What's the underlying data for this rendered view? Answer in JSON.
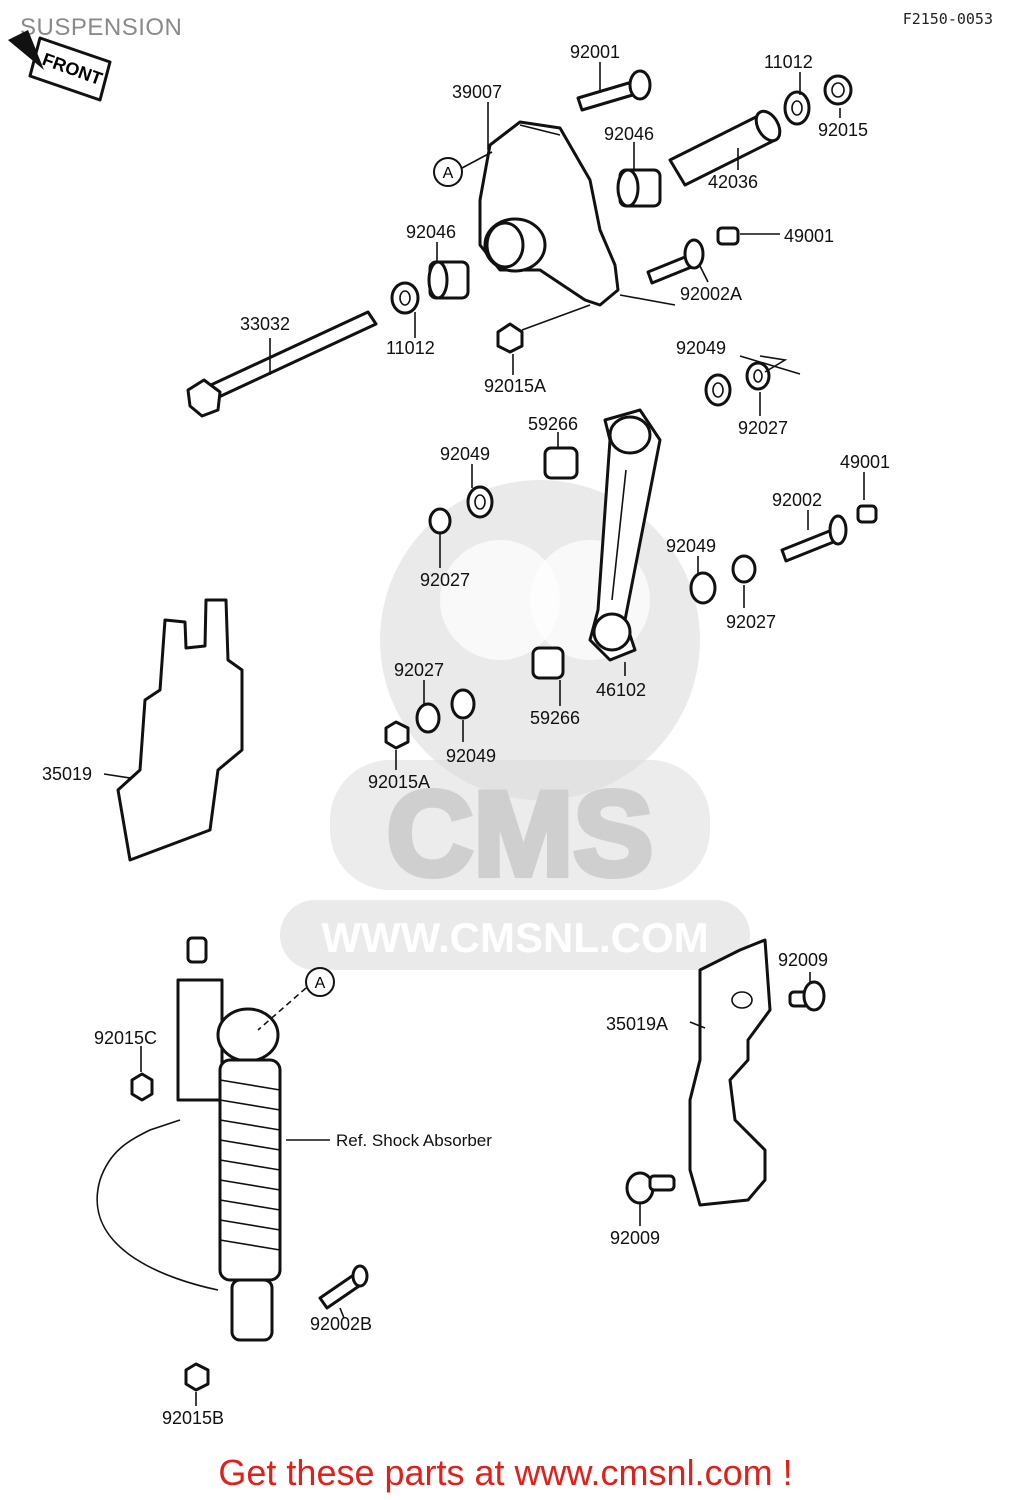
{
  "header": {
    "title": "SUSPENSION",
    "diagram_code": "F2150-0053",
    "front_label": "FRONT"
  },
  "watermark": {
    "brand": "CMS",
    "url": "WWW.CMSNL.COM"
  },
  "callout_marker": "A",
  "annotation": "Ref. Shock Absorber",
  "parts": [
    "92001",
    "11012",
    "39007",
    "92046",
    "92015",
    "42036",
    "49001",
    "92046",
    "92002A",
    "33032",
    "11012",
    "92015A",
    "92049",
    "92027",
    "59266",
    "92049",
    "49001",
    "92002",
    "92027",
    "92049",
    "92027",
    "35019",
    "92027",
    "59266",
    "46102",
    "92049",
    "92015A",
    "92009",
    "35019A",
    "92015C",
    "92009",
    "92002B",
    "92015B"
  ],
  "footer": {
    "text": "Get these parts at www.cmsnl.com !"
  }
}
